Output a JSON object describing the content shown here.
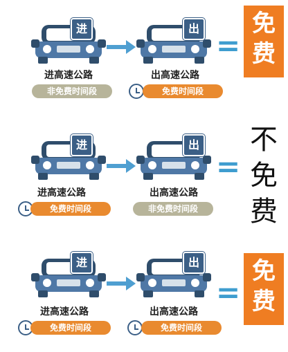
{
  "rows": [
    {
      "enter": {
        "badge": "进",
        "caption": "进高速公路",
        "pill": "非免费时间段"
      },
      "exit": {
        "badge": "出",
        "caption": "出高速公路",
        "pill": "免费时间段"
      },
      "equals": "=",
      "result": [
        "免",
        "费"
      ]
    },
    {
      "enter": {
        "badge": "进",
        "caption": "进高速公路",
        "pill": "免费时间段"
      },
      "exit": {
        "badge": "出",
        "caption": "出高速公路",
        "pill": "非免费时间段"
      },
      "equals": "=",
      "result": [
        "不",
        "免",
        "费"
      ]
    },
    {
      "enter": {
        "badge": "进",
        "caption": "进高速公路",
        "pill": "免费时间段"
      },
      "exit": {
        "badge": "出",
        "caption": "出高速公路",
        "pill": "免费时间段"
      },
      "equals": "=",
      "result": [
        "免",
        "费"
      ]
    }
  ],
  "colors": {
    "car_blue": "#4f78a6",
    "car_dark": "#2f4d6b",
    "arrow_blue": "#4f9fd1",
    "badge_blue": "#3b5f86",
    "orange": "#ef7d22",
    "gray_pill": "#b7b49a",
    "orange_pill": "#e98a2f"
  },
  "icons": {
    "car": "car-icon",
    "clock": "clock-icon",
    "arrow": "arrow-right-icon"
  }
}
